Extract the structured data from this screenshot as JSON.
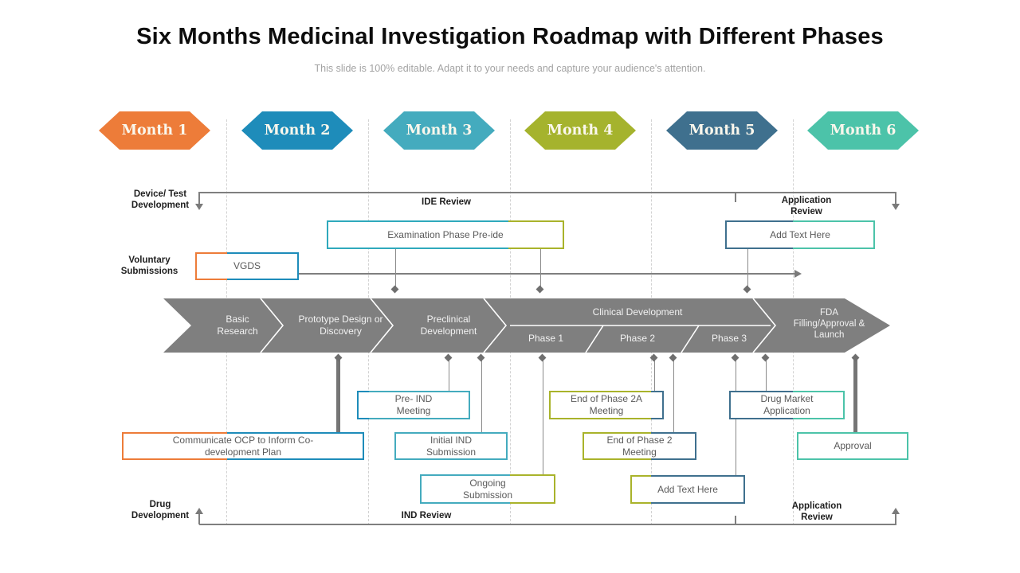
{
  "header": {
    "title": "Six Months Medicinal Investigation Roadmap with Different Phases",
    "subtitle": "This slide is 100% editable. Adapt it to your needs and capture your audience's attention."
  },
  "months": [
    "Month 1",
    "Month 2",
    "Month 3",
    "Month 4",
    "Month 5",
    "Month 6"
  ],
  "rows": {
    "device": {
      "label": "Device/ Test\nDevelopment",
      "mid_label": "IDE Review",
      "right_label": "Application\nReview"
    },
    "voluntary": {
      "label": "Voluntary\nSubmissions"
    },
    "drug": {
      "label": "Drug\nDevelopment",
      "mid_label": "IND Review",
      "right_label": "Application\nReview"
    }
  },
  "process_arrow": {
    "segments": [
      "Basic\nResearch",
      "Prototype Design or\nDiscovery",
      "Preclinical\nDevelopment"
    ],
    "clinical": {
      "label": "Clinical Development",
      "phases": [
        "Phase 1",
        "Phase 2",
        "Phase 3"
      ]
    },
    "final": "FDA\nFilling/Approval &\nLaunch"
  },
  "boxes": {
    "examination": "Examination Phase Pre-ide",
    "vgds": "VGDS",
    "add_text_top": "Add Text Here",
    "pre_ind": "Pre- IND\nMeeting",
    "communicate": "Communicate OCP to Inform Co-\ndevelopment Plan",
    "initial_ind": "Initial IND\nSubmission",
    "ongoing": "Ongoing\nSubmission",
    "end_2a": "End of Phase 2A\nMeeting",
    "end_2": "End of Phase 2\nMeeting",
    "add_text_bottom": "Add Text Here",
    "drug_market": "Drug Market\nApplication",
    "approval": "Approval"
  },
  "palette": {
    "month_colors": [
      "#ED7C39",
      "#1E8CBA",
      "#44ABBE",
      "#A5B32D",
      "#3F708E",
      "#4CC3A9"
    ],
    "band_gray": "#7f7f7f",
    "connector_gray": "#8a8a8a",
    "orange": "#ED7C39",
    "blue": "#1E8CBA",
    "teal": "#44ABBE",
    "olive": "#A9B32B",
    "slate": "#3F708E",
    "green": "#4CC3A9"
  }
}
